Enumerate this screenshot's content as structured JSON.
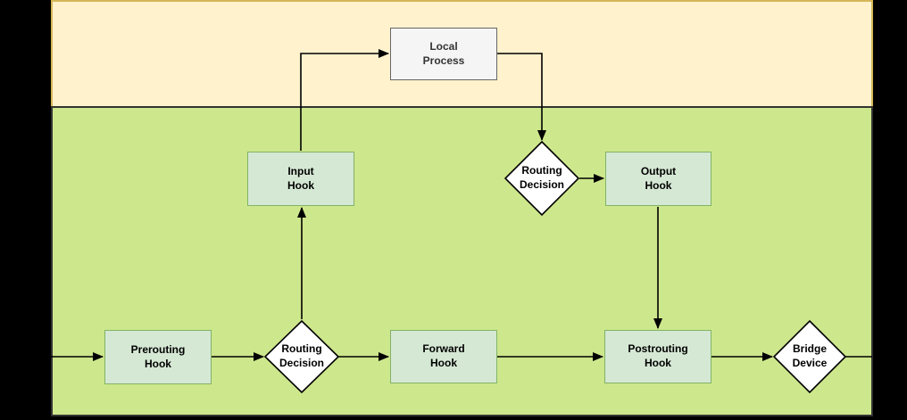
{
  "diagram": {
    "type": "flowchart",
    "canvas_background": "#000000",
    "bands": {
      "user_space": {
        "fill": "#fff2cc",
        "border": "#d6b656"
      },
      "kernel_space": {
        "fill": "#cde78c",
        "border": "#333333"
      }
    },
    "nodes": {
      "local_process": {
        "label": "Local\nProcess",
        "shape": "rect",
        "fill": "#f5f5f5",
        "border": "#666666",
        "text_color": "#333333"
      },
      "input_hook": {
        "label": "Input\nHook",
        "shape": "rect",
        "fill": "#d5e8d4",
        "border": "#82b366",
        "text_color": "#000000"
      },
      "routing_decision_upper": {
        "label": "Routing\nDecision",
        "shape": "diamond",
        "fill": "#ffffff",
        "border": "#000000",
        "text_color": "#000000"
      },
      "output_hook": {
        "label": "Output\nHook",
        "shape": "rect",
        "fill": "#d5e8d4",
        "border": "#82b366",
        "text_color": "#000000"
      },
      "prerouting_hook": {
        "label": "Prerouting\nHook",
        "shape": "rect",
        "fill": "#d5e8d4",
        "border": "#82b366",
        "text_color": "#000000"
      },
      "routing_decision_main": {
        "label": "Routing\nDecision",
        "shape": "diamond",
        "fill": "#ffffff",
        "border": "#000000",
        "text_color": "#000000"
      },
      "forward_hook": {
        "label": "Forward\nHook",
        "shape": "rect",
        "fill": "#d5e8d4",
        "border": "#82b366",
        "text_color": "#000000"
      },
      "postrouting_hook": {
        "label": "Postrouting\nHook",
        "shape": "rect",
        "fill": "#d5e8d4",
        "border": "#82b366",
        "text_color": "#000000"
      },
      "bridge_device": {
        "label": "Bridge\nDevice",
        "shape": "diamond",
        "fill": "#ffffff",
        "border": "#000000",
        "text_color": "#000000"
      }
    },
    "edges": [
      {
        "from": "left_edge",
        "to": "prerouting_hook",
        "arrow": true
      },
      {
        "from": "prerouting_hook",
        "to": "routing_decision_main",
        "arrow": true
      },
      {
        "from": "routing_decision_main",
        "to": "forward_hook",
        "arrow": true
      },
      {
        "from": "forward_hook",
        "to": "postrouting_hook",
        "arrow": true
      },
      {
        "from": "postrouting_hook",
        "to": "bridge_device",
        "arrow": true
      },
      {
        "from": "bridge_device",
        "to": "right_edge",
        "arrow": false
      },
      {
        "from": "routing_decision_main",
        "to": "input_hook",
        "arrow": true
      },
      {
        "from": "input_hook",
        "to": "local_process",
        "arrow": true
      },
      {
        "from": "local_process",
        "to": "routing_decision_upper",
        "arrow": true
      },
      {
        "from": "routing_decision_upper",
        "to": "output_hook",
        "arrow": true
      },
      {
        "from": "output_hook",
        "to": "postrouting_hook",
        "arrow": true
      }
    ]
  }
}
